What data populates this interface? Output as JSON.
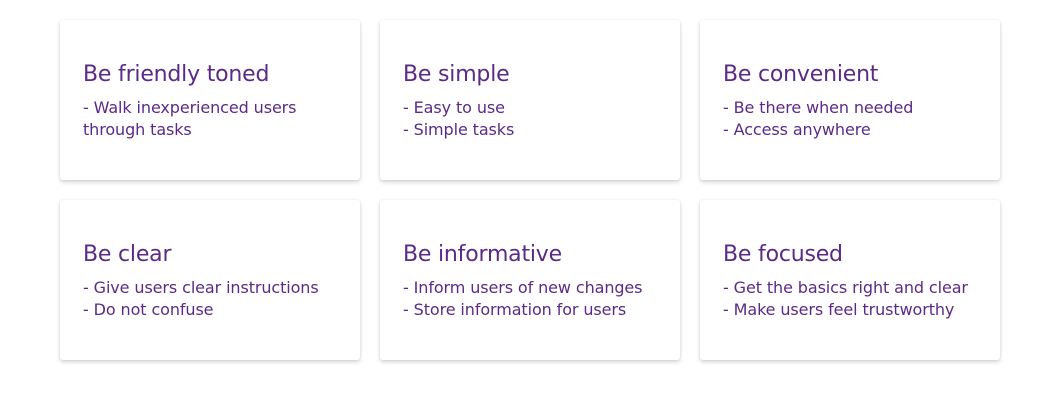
{
  "cards": [
    {
      "title": "Be friendly toned",
      "lines": [
        "- Walk inexperienced users through tasks"
      ]
    },
    {
      "title": "Be simple",
      "lines": [
        "- Easy to use",
        "- Simple tasks"
      ]
    },
    {
      "title": "Be convenient",
      "lines": [
        "- Be there when needed",
        "- Access anywhere"
      ]
    },
    {
      "title": "Be clear",
      "lines": [
        "- Give users clear instructions",
        "- Do not confuse"
      ]
    },
    {
      "title": "Be informative",
      "lines": [
        "- Inform users of new changes",
        "- Store information for users"
      ]
    },
    {
      "title": "Be focused",
      "lines": [
        "- Get the basics right and clear",
        "- Make users feel trustworthy"
      ]
    }
  ],
  "colors": {
    "text": "#5b2a86",
    "card_background": "#ffffff",
    "page_background": "#ffffff"
  }
}
